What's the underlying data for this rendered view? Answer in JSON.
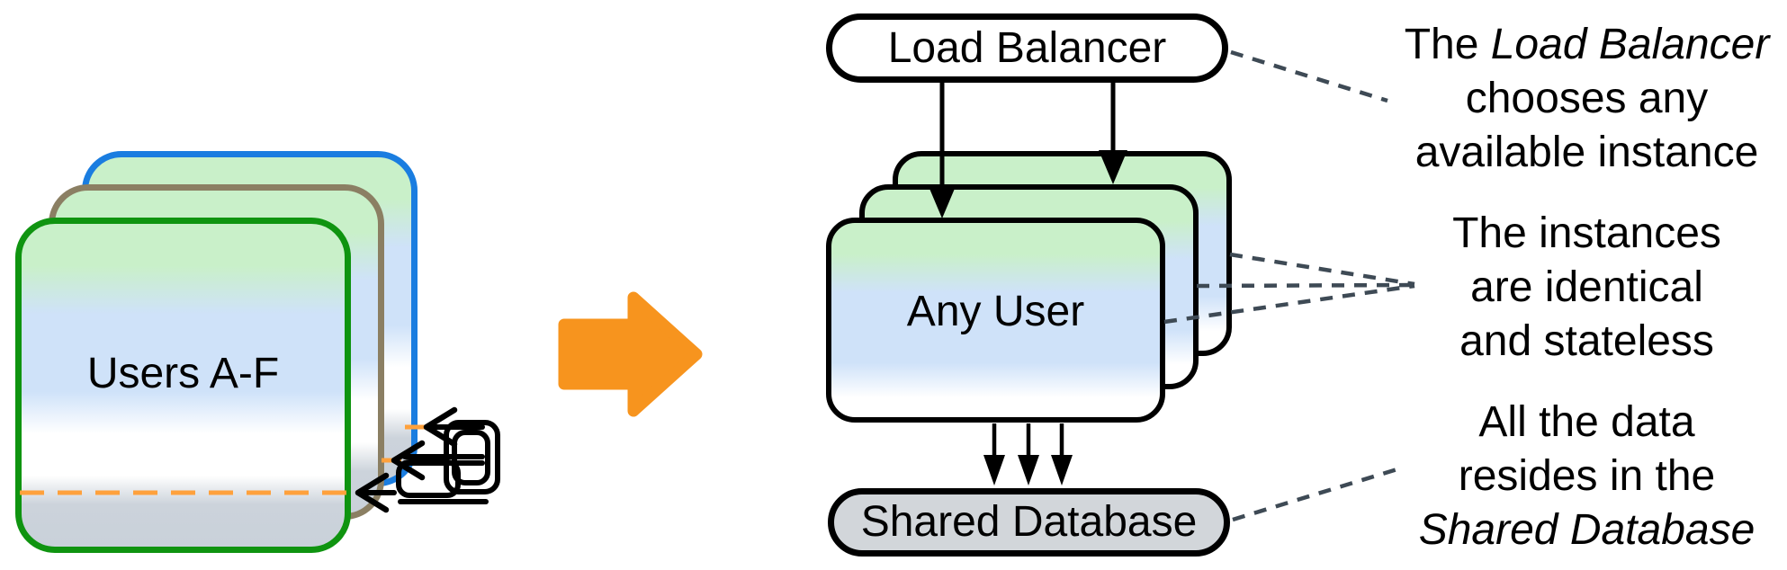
{
  "nodes": {
    "users_label": "Users A-F",
    "load_balancer_label": "Load Balancer",
    "instance_label": "Any User",
    "database_label": "Shared Database"
  },
  "annotations": [
    {
      "line1_pre": "The ",
      "line1_em": "Load Balancer",
      "line2": "chooses any",
      "line3": "available instance"
    },
    {
      "line1": "The instances",
      "line2": "are identical",
      "line3": "and stateless"
    },
    {
      "line1": "All the data",
      "line2": "resides in the",
      "line3_em": "Shared Database"
    }
  ],
  "colors": {
    "front_user_border": "#0f9410",
    "middle_user_border": "#8b7f63",
    "back_user_border": "#1a7de0",
    "instance_border": "#000000",
    "gradient_green": "#c9f0c9",
    "gradient_blue": "#cfe2f9",
    "gradient_gray": "#ccd3db",
    "database_fill": "#d2d6da",
    "transform_arrow_orange": "#f7941e",
    "state_dash_orange": "#ffa13c",
    "leader_dash": "#3e4a55"
  }
}
